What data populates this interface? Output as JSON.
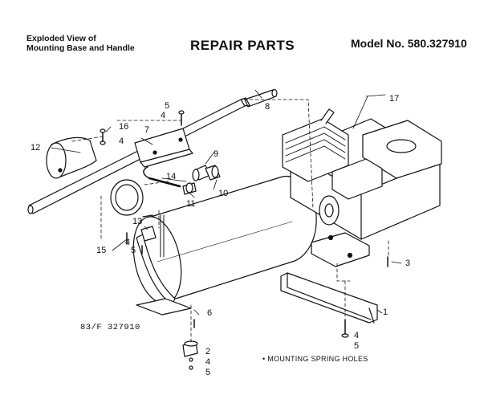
{
  "header": {
    "subtitle_line1": "Exploded View of",
    "subtitle_line2": "Mounting Base and Handle",
    "title": "REPAIR PARTS",
    "model": "Model No. 580.327910"
  },
  "reference_code": "83/F 327910",
  "note": "• MOUNTING SPRING HOLES",
  "callouts": [
    {
      "id": "c1",
      "text": "1"
    },
    {
      "id": "c2",
      "text": "2"
    },
    {
      "id": "c3",
      "text": "3"
    },
    {
      "id": "c4a",
      "text": "4"
    },
    {
      "id": "c4b",
      "text": "4"
    },
    {
      "id": "c4c",
      "text": "4"
    },
    {
      "id": "c4d",
      "text": "4"
    },
    {
      "id": "c4e",
      "text": "4"
    },
    {
      "id": "c5a",
      "text": "5"
    },
    {
      "id": "c5b",
      "text": "5"
    },
    {
      "id": "c5c",
      "text": "5"
    },
    {
      "id": "c5d",
      "text": "5"
    },
    {
      "id": "c6",
      "text": "6"
    },
    {
      "id": "c7",
      "text": "7"
    },
    {
      "id": "c8",
      "text": "8"
    },
    {
      "id": "c9",
      "text": "9"
    },
    {
      "id": "c10",
      "text": "10"
    },
    {
      "id": "c11",
      "text": "11"
    },
    {
      "id": "c12",
      "text": "12"
    },
    {
      "id": "c13",
      "text": "13"
    },
    {
      "id": "c14",
      "text": "14"
    },
    {
      "id": "c15",
      "text": "15"
    },
    {
      "id": "c16",
      "text": "16"
    },
    {
      "id": "c17",
      "text": "17"
    }
  ]
}
